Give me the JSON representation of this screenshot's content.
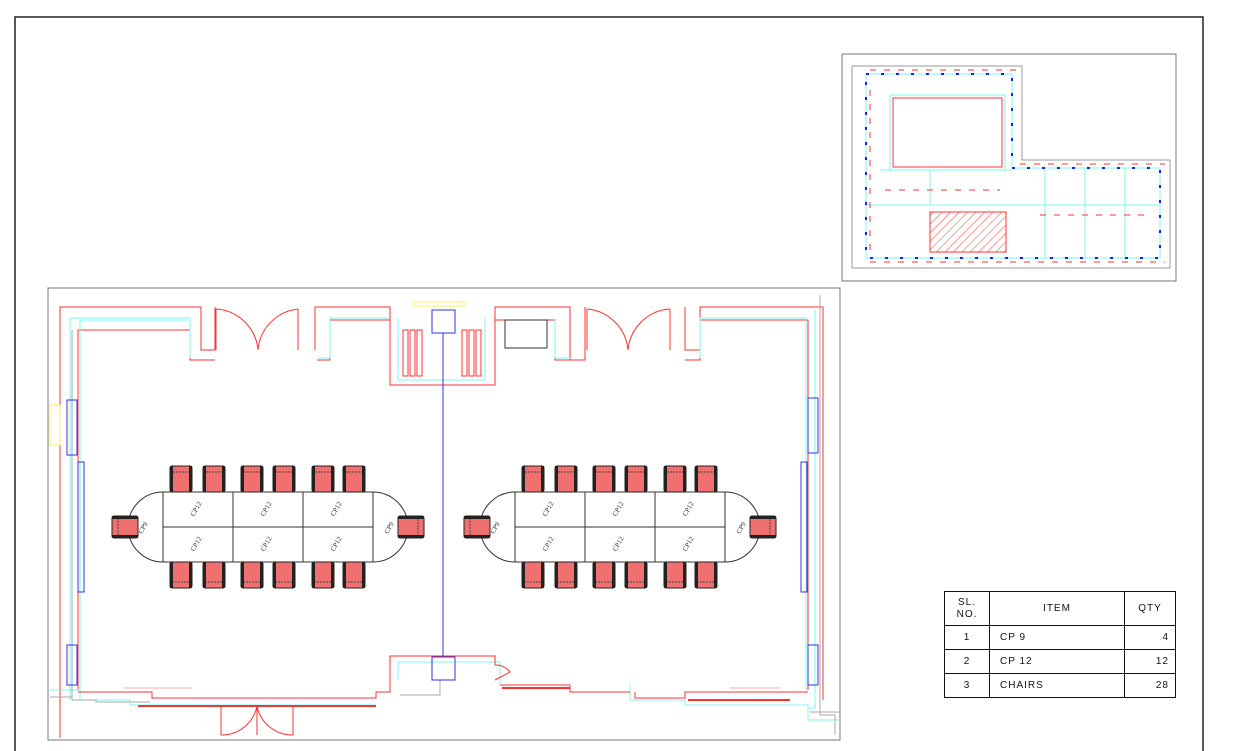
{
  "plan": {
    "tables": [
      {
        "end_label": "CP9",
        "segment_label": "CP12"
      },
      {
        "end_label": "CP9",
        "segment_label": "CP12"
      }
    ],
    "chairs_per_table": 14
  },
  "bom": {
    "headers": {
      "sl_no": "SL.\nNO.",
      "sl": "SL.",
      "no": "NO.",
      "item": "ITEM",
      "qty": "QTY"
    },
    "rows": [
      {
        "sl": "1",
        "item": "CP 9",
        "qty": "4"
      },
      {
        "sl": "2",
        "item": "CP 12",
        "qty": "12"
      },
      {
        "sl": "3",
        "item": "CHAIRS",
        "qty": "28"
      }
    ]
  },
  "colors": {
    "wall": "#ff2020",
    "inner": "#7ff6f6",
    "column": "#2020e0",
    "chair": "#f07070"
  }
}
